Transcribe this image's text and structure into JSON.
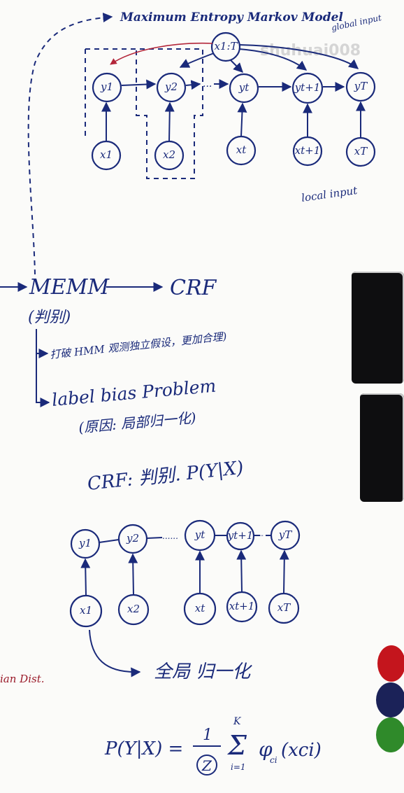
{
  "memm_title": "Maximum Entropy Markov Model",
  "global_input_label": "global input",
  "local_input_label": "local input",
  "watermark": "shuhuai008",
  "memm_nodes": {
    "x_global": "x1:T",
    "y": [
      "y1",
      "y2",
      "yt",
      "yt+1",
      "yT"
    ],
    "x": [
      "x1",
      "x2",
      "xt",
      "xt+1",
      "xT"
    ],
    "ellipsis": "..."
  },
  "flow": {
    "memm": "MEMM",
    "arrow": "⟶",
    "crf": "CRF",
    "memm_sub": "(判别)",
    "bullet1": "打破 HMM 观测独立假设，更加合理)",
    "bullet2": "label bias Problem",
    "bullet2_sub": "(原因: 局部归一化)"
  },
  "crf": {
    "heading": "CRF: 判别.  P(Y|X)",
    "y": [
      "y1",
      "y2",
      "yt",
      "yt+1",
      "yT"
    ],
    "x": [
      "x1",
      "x2",
      "xt",
      "xt+1",
      "xT"
    ],
    "ellipsis": "......",
    "global_norm": "全局 归一化",
    "formula_lhs": "P(Y|X) =",
    "formula_num": "1",
    "formula_den": "Z",
    "formula_sum_top": "K",
    "formula_sum_bottom": "i=1",
    "formula_sum": "Σ",
    "formula_term": "φ",
    "formula_term_sub": "ci",
    "formula_arg": "(xci)"
  },
  "left_fragment": "ian Dist.",
  "colors": {
    "ink": "#1a2a7a",
    "red_ink": "#9a1b2a",
    "eraser": "#0e0e10",
    "marker_red": "#c4151d",
    "marker_navy": "#1b2258",
    "marker_green": "#2f8a2a"
  }
}
